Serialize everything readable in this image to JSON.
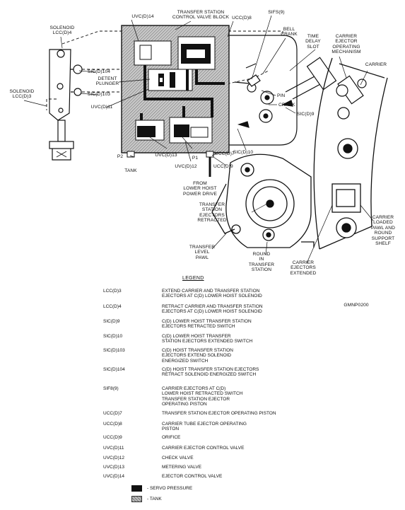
{
  "labels": {
    "solenoid_lcc4": "SOLENOID\nLCC(D)4",
    "uvc14": "UVC(D)14",
    "transfer_valve_block": "TRANSFER STATION\nCONTROL VALVE BLOCK",
    "ucc8": "UCC(D)8",
    "sifs9": "SIFS(9)",
    "bell_crank": "BELL\nCRANK",
    "time_delay_slot": "TIME\nDELAY\nSLOT",
    "carrier_ejector_mech": "CARRIER\nEJECTOR\nOPERATING\nMECHANISM",
    "carrier": "CARRIER",
    "sic104": "SIC(D)104",
    "solenoid_lcc3": "SOLENOID\nLCC(D)3",
    "sic103": "SIC(D)103",
    "detent_plunger": "DETENT\nPLUNGER",
    "uvc11": "UVC(D)11",
    "pin": "PIN",
    "crank": "CRANK",
    "sic9": "SIC(D)9",
    "sic10": "SIC(D)10",
    "p2": "P2",
    "tank": "TANK",
    "uvc13": "UVC(D)13",
    "p1": "P1",
    "uvc12": "UVC(D)12",
    "ucc7": "UCC(D)7",
    "ucc9": "UCC(D)9",
    "from_lower_hoist": "FROM\nLOWER HOIST\nPOWER DRIVE",
    "transfer_ejectors_retracted": "TRANSFER\nSTATION\nEJECTORS\nRETRACTED",
    "transfer_level_pawl": "TRANSFER\nLEVEL\nPAWL",
    "round_in_transfer": "ROUND\nIN\nTRANSFER\nSTATION",
    "carrier_ejectors_extended": "CARRIER\nEJECTORS\nEXTENDED",
    "carrier_loaded_pawl": "CARRIER\nLOADED\nPAWL AND\nROUND\nSUPPORT\nSHELF",
    "figure_id": "GMNP0200"
  },
  "legend": {
    "title": "LEGEND",
    "items": [
      {
        "code": "LCC(D)3",
        "desc": "EXTEND CARRIER AND TRANSFER STATION\nEJECTORS AT C(D) LOWER HOIST SOLENOID"
      },
      {
        "code": "LCC(D)4",
        "desc": "RETRACT CARRIER AND TRANSFER STATION\nEJECTORS AT C(D) LOWER HOIST SOLENOID"
      },
      {
        "code": "SIC(D)9",
        "desc": "C(D) LOWER HOIST TRANSFER STATION\nEJECTORS RETRACTED SWITCH"
      },
      {
        "code": "SIC(D)10",
        "desc": "C(D) LOWER HOIST TRANSFER\nSTATION EJECTORS EXTENDED SWITCH"
      },
      {
        "code": "SIC(D)103",
        "desc": "C(D) HOIST TRANSFER STATION\nEJECTORS EXTEND SOLENOID\nENERGIZED SWITCH"
      },
      {
        "code": "SIC(D)104",
        "desc": "C(D) HOIST TRANSFER STATION EJECTORS\nRETRACT SOLENOID ENERGIZED SWITCH"
      },
      {
        "code": "SIF8(9)",
        "desc": "CARRIER EJECTORS AT C(D)\nLOWER HOIST RETRACTED SWITCH\nTRANSFER STATION EJECTOR\nOPERATING PISTON"
      },
      {
        "code": "UCC(D)7",
        "desc": "TRANSFER STATION EJECTOR OPERATING PISTON"
      },
      {
        "code": "UCC(D)8",
        "desc": "CARRIER TUBE EJECTOR OPERATING\nPISTON"
      },
      {
        "code": "UCC(D)9",
        "desc": "ORIFICE"
      },
      {
        "code": "UVC(D)11",
        "desc": "CARRIER EJECTOR CONTROL VALVE"
      },
      {
        "code": "UVC(D)12",
        "desc": "CHECK VALVE"
      },
      {
        "code": "UVC(D)13",
        "desc": "METERING VALVE"
      },
      {
        "code": "UVC(D)14",
        "desc": "EJECTOR CONTROL VALVE"
      }
    ],
    "key": {
      "servo": "- SERVO PRESSURE",
      "tank": "- TANK"
    }
  },
  "colors": {
    "ink": "#111111",
    "servo": "#111111",
    "tank": "#9a9a9a"
  }
}
